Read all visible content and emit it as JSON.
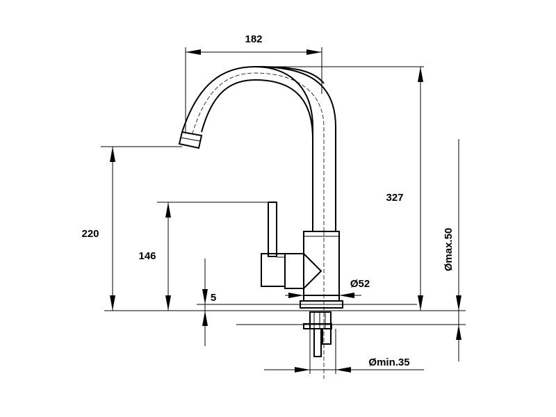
{
  "dimensions": {
    "spout_reach": "182",
    "total_height": "327",
    "spout_outlet_height": "220",
    "lever_height": "146",
    "base_height": "5",
    "body_diameter": "Ø52",
    "max_hole_diameter": "Ømax.50",
    "min_hole_diameter": "Ømin.35"
  }
}
